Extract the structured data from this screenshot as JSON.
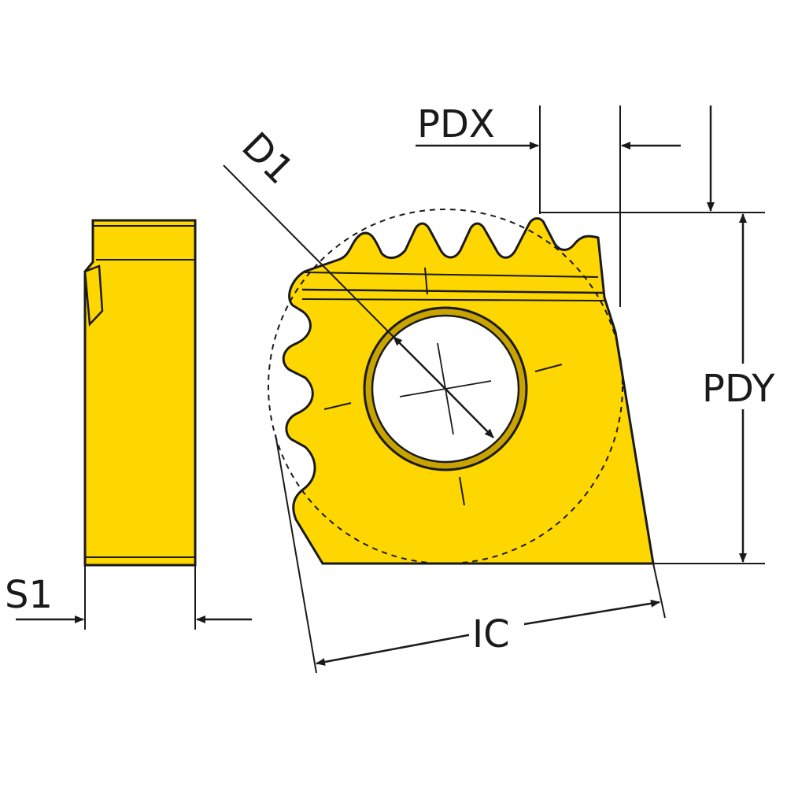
{
  "labels": {
    "pdx": "PDX",
    "pdy": "PDY",
    "d1": "D1",
    "s1": "S1",
    "ic": "IC"
  },
  "colors": {
    "insert_fill": "#ffd700",
    "outline": "#1a1a1a",
    "hole_fill": "#ffffff",
    "hole_ring": "#c9a400",
    "background": "#ffffff"
  }
}
